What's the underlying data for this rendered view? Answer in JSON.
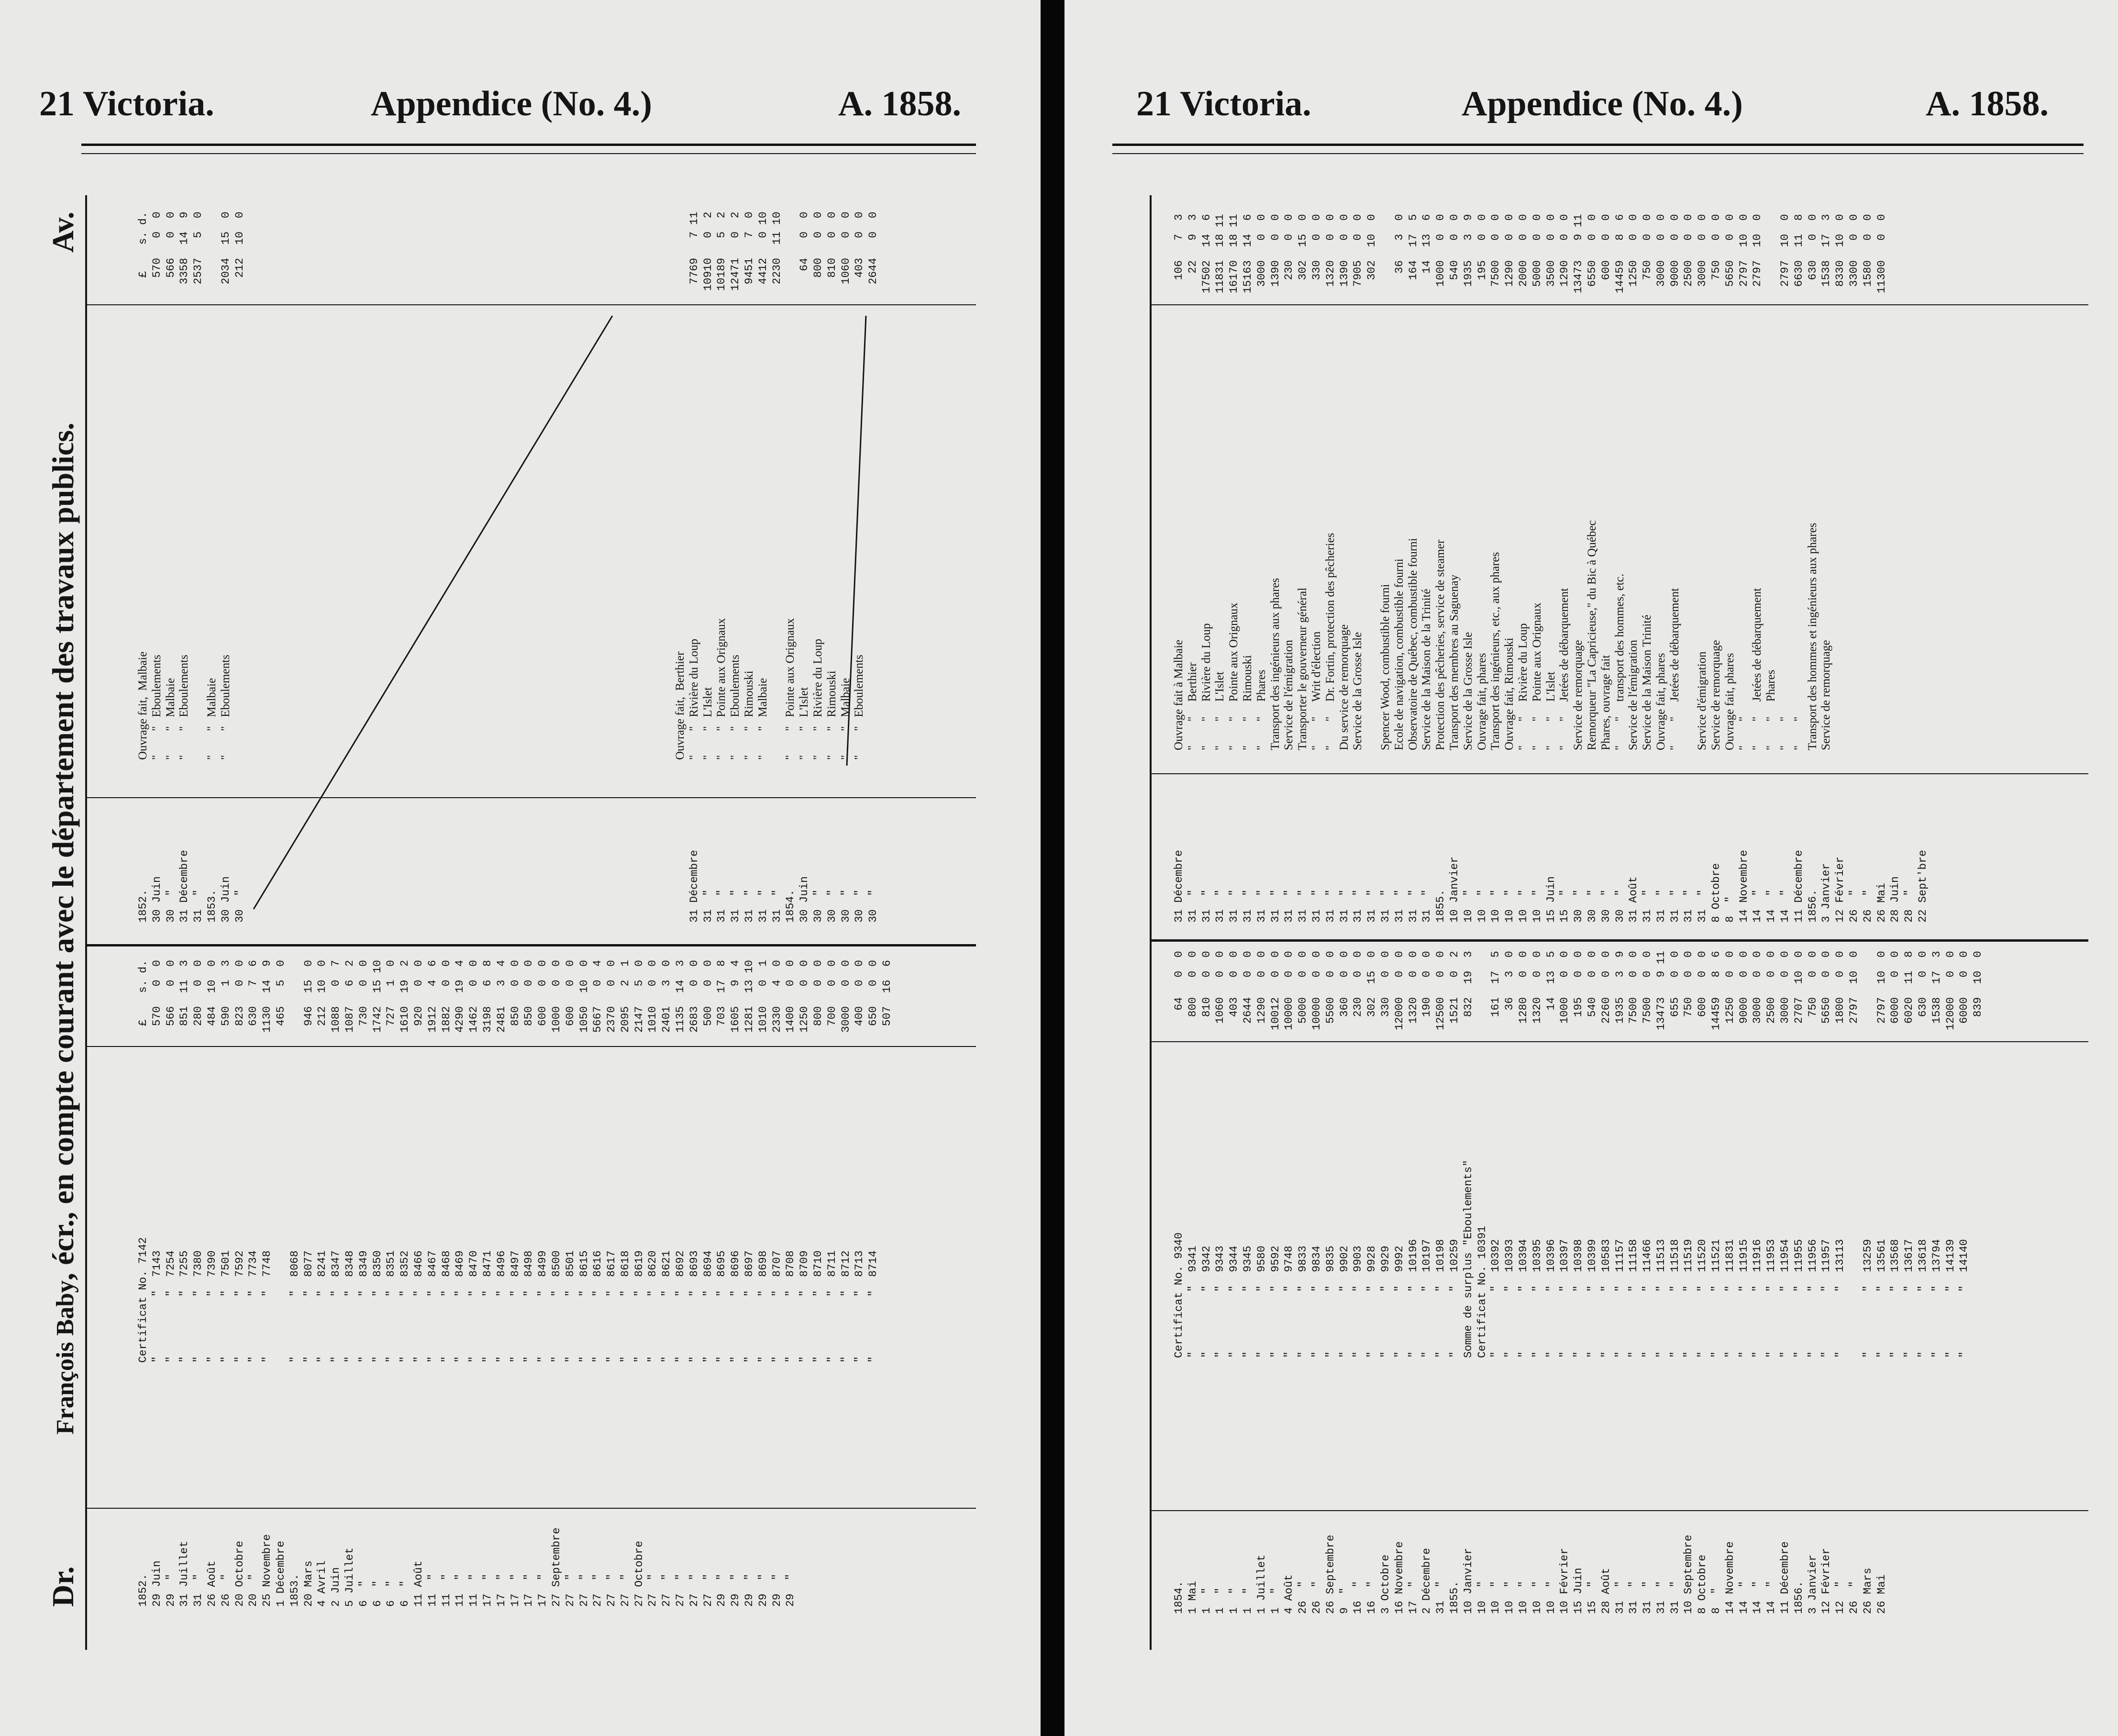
{
  "left_page": {
    "header": {
      "left": "21 Victoria.",
      "center": "Appendice (No. 4.)",
      "right": "A. 1858."
    },
    "title": {
      "name": "François Baby",
      "rest": ", écr., en compte courant avec le département des travaux publics."
    },
    "dr_label": "Dr.",
    "av_label": "Av.",
    "debit": {
      "dates": "1852.\n29 Juin\n29  \"\n31 Juillet\n31  \"\n26 Août\n26  \"\n20 Octobre\n20  \"\n25 Novembre\n1 Décembre\n1853.\n20 Mars\n4 Avril\n2 Juin\n5 Juillet\n6  \"\n6  \"\n6  \"\n6  \"\n11 Août\n11  \"\n11  \"\n11  \"\n11  \"\n17  \"\n17  \"\n17  \"\n17  \"\n17  \"\n27 Septembre\n27  \"\n27  \"\n27  \"\n27  \"\n27  \"\n27 Octobre\n27  \"\n27  \"\n27  \"\n27  \"\n27  \"\n29  \"\n29  \"\n29  \"\n29  \"\n29  \"\n29  \"",
      "certificats": "Certificat No. 7142\n\"         \"  7143\n\"         \"  7254\n\"         \"  7255\n\"         \"  7380\n\"         \"  7390\n\"         \"  7501\n\"         \"  7592\n\"         \"  7734\n\"         \"  7748\n\n\"         \"  8068\n\"         \"  8077\n\"         \"  8241\n\"         \"  8347\n\"         \"  8348\n\"         \"  8349\n\"         \"  8350\n\"         \"  8351\n\"         \"  8352\n\"         \"  8466\n\"         \"  8467\n\"         \"  8468\n\"         \"  8469\n\"         \"  8470\n\"         \"  8471\n\"         \"  8496\n\"         \"  8497\n\"         \"  8498\n\"         \"  8499\n\"         \"  8500\n\"         \"  8501\n\"         \"  8615\n\"         \"  8616\n\"         \"  8617\n\"         \"  8618\n\"         \"  8619\n\"         \"  8620\n\"         \"  8621\n\"         \"  8692\n\"         \"  8693\n\"         \"  8694\n\"         \"  8695\n\"         \"  8696\n\"         \"  8697\n\"         \"  8698\n\"         \"  8707\n\"         \"  8708\n\"         \"  8709\n\"         \"  8710\n\"         \"  8711\n\"         \"  8712\n\"         \"  8713\n\"         \"  8714",
      "amounts": "£    s. d.\n570   0  0\n566   0  0\n851  11  3\n280   0  0\n484  10  0\n590   1  3\n823   0  0\n630   7  6\n1130  14  9\n465   5  0\n\n946  15  0\n212  10  0\n1088   0  7\n1087   6  2\n730   0  0\n1742  15 10\n727   1  0\n1610  19  2\n920   0  0\n1912   4  6\n1882   0  0\n4290  19  4\n1462   0  0\n3198   6  8\n2481   3  4\n850   0  0\n850   0  0\n600   0  0\n1000   0  0\n600   0  0\n1050  10  0\n5667   0  4\n2370   0  0\n2095   2  1\n2147   5  0\n1010   0  0\n2401   3  0\n1135  14  3\n2683   0  0\n500   0  0\n703  17  8\n1605   9  4\n1281  13 10\n1010   0  1\n2330   4  0\n1400   0  0\n1250   0  0\n800   0  0\n700   0  0\n3000   0  0\n400   0  0\n650   0  0\n507  16  6"
    },
    "credit": {
      "dates": "1852.\n30 Juin\n30  \"\n31 Décembre\n31  \"\n1853.\n30 Juin\n30  \"\n\n\n\n\n\n\n\n\n\n\n\n\n\n\n\n\n\n\n\n\n\n\n\n\n\n\n\n\n\n\n\n\n31 Décembre\n31  \"\n31  \"\n31  \"\n31  \"\n31  \"\n31  \"\n1854.\n30 Juin\n30  \"\n30  \"\n30  \"\n30  \"\n30  \"",
      "descriptions": "Ouvrage fait,  Malbaie\n\"        \"   Eboulements\n\"        \"   Malbaie\n\"        \"   Eboulements\n\n\"        \"   Malbaie\n\"        \"   Eboulements\n\n\n\n\n\n\n\n\n\n\n\n\n\n\n\n\n\n\n\n\n\n\n\n\n\n\n\n\n\n\n\n\nOuvrage fait,  Berthier\n\"        \"   Rivière du Loup\n\"        \"   L'Islet\n\"        \"   Pointe aux Orignaux\n\"        \"   Eboulements\n\"        \"   Rimouski\n\"        \"   Malbaie\n\n\"        \"   Pointe aux Orignaux\n\"        \"   L'Islet\n\"        \"   Rivière du Loup\n\"        \"   Rimouski\n\"        \"   Malbaie\n\"        \"   Eboulements",
      "amounts": "£    s. d.\n570   0  0\n566   0  0\n3358  14  9\n2537   5  0\n\n2034  15  0\n212  10  0\n\n\n\n\n\n\n\n\n\n\n\n\n\n\n\n\n\n\n\n\n\n\n\n\n\n\n\n\n\n\n\n\n7769   7 11\n10910   0  2\n10189   5  2\n12471   0  2\n9451   7  0\n4412   0 10\n2230  11 10\n\n64   0  0\n800   0  0\n810   0  0\n1060   0  0\n403   0  0\n2644   0  0"
    }
  },
  "right_page": {
    "header": {
      "left": "21 Victoria.",
      "center": "Appendice (No. 4.)",
      "right": "A. 1858."
    },
    "debit": {
      "dates": "1854.\n1 Mai\n1  \"\n1  \"\n1  \"\n1  \"\n1 Juillet\n1  \"\n4 Août\n26  \"\n26  \"\n26 Septembre\n9  \"\n16  \"\n16  \"\n3 Octobre\n16 Novembre\n17  \"\n2 Décembre\n31  \"\n1855.\n10 Janvier\n10  \"\n10  \"\n10  \"\n10  \"\n10  \"\n10  \"\n10 Février\n15 Juin\n15  \"\n28 Août\n31  \"\n31  \"\n31  \"\n31  \"\n31  \"\n10 Septembre\n8 Octobre\n8  \"\n14 Novembre\n14  \"\n14  \"\n14  \"\n11 Décembre\n1856.\n3 Janvier\n12 Février\n12  \"\n26  \"\n26 Mars\n26 Mai",
      "certificats": "Certificat No. 9340\n\"         \"  9341\n\"         \"  9342\n\"         \"  9343\n\"         \"  9344\n\"         \"  9345\n\"         \"  9580\n\"         \"  9592\n\"         \"  9748\n\"         \"  9833\n\"         \"  9834\n\"         \"  9835\n\"         \"  9902\n\"         \"  9903\n\"         \"  9928\n\"         \"  9929\n\"         \"  9992\n\"         \"  10196\n\"         \"  10197\n\"         \"  10198\n\"         \"  10259\nSomme de surplus \"Eboulements\"\nCertificat No. 10391\n\"         \"  10392\n\"         \"  10393\n\"         \"  10394\n\"         \"  10395\n\"         \"  10396\n\"         \"  10397\n\"         \"  10398\n\"         \"  10399\n\"         \"  10583\n\"         \"  11157\n\"         \"  11158\n\"         \"  11466\n\"         \"  11513\n\"         \"  11518\n\"         \"  11519\n\"         \"  11520\n\"         \"  11521\n\"         \"  11831\n\"         \"  11915\n\"         \"  11916\n\"         \"  11953\n\"         \"  11954\n\"         \"  11955\n\"         \"  11956\n\"         \"  11957\n\"         \"  13113\n\n\"         \"  13259\n\"         \"  13561\n\"         \"  13568\n\"         \"  13617\n\"         \"  13618\n\"         \"  13794\n\"         \"  14139\n\"         \"  14140",
      "amounts": "64   0  0\n800   0  0\n810   0  0\n1060   0  0\n403   0  0\n2644   0  0\n1290   0  0\n10012   0  0\n10000   0  0\n5000   0  0\n10000   0  0\n5500   0  0\n360   0  0\n230   0  0\n302  15  0\n330   0  0\n12000   0  0\n1320   0  0\n190   0  0\n12500   0  0\n1521   0  2\n832  19  3\n\n161  17  5\n36   3  0\n1280   0  0\n1320   0  0\n14  13  5\n1000   0  0\n195   0  0\n540   0  0\n2260   0  0\n1935   3  9\n7500   0  0\n7500   0  0\n13473   9 11\n655   0  0\n750   0  0\n600   0  0\n14459   8  6\n1250   0  0\n9000   0  0\n3000   0  0\n2500   0  0\n3000   0  0\n2707  10  0\n750   0  0\n5650   0  0\n1800   0  0\n2797  10  0\n\n2797  10  0\n6000   0  0\n6020  11  8\n630   0  0\n1538  17  3\n12000   0  0\n6000   0  0\n839  10  0"
    },
    "credit": {
      "dates": "31 Décembre\n31  \"\n31  \"\n31  \"\n31  \"\n31  \"\n31  \"\n31  \"\n31  \"\n31  \"\n31  \"\n31  \"\n31  \"\n31  \"\n31  \"\n31  \"\n31  \"\n31  \"\n31  \"\n1855.\n10 Janvier\n10  \"\n10  \"\n10  \"\n10  \"\n10  \"\n10  \"\n15 Juin\n15  \"\n30  \"\n30  \"\n30  \"\n30  \"\n31 Août\n31  \"\n31  \"\n31  \"\n31  \"\n31  \"\n8 Octobre\n8  \"\n14 Novembre\n14  \"\n14  \"\n14  \"\n11 Décembre\n1856.\n3 Janvier\n12 Février\n26  \"\n26  \"\n26 Mai\n28 Juin\n28  \"\n22 Sept'bre",
      "descriptions": "Ouvrage fait à Malbaie\n\"        \"     Berthier\n\"        \"     Rivière du Loup\n\"        \"     L'Islet\n\"        \"     Pointe aux Orignaux\n\"        \"     Rimouski\n\"        \"     Phares\nTransport des ingénieurs aux phares\nService de l'émigration\nTransporter le gouverneur général\n\"        \"     Writ d'élection\n\"        \"     Dr. Fortin, protection des pêcheries\nDu service de remorquage\nService de la Grosse Isle\n\nSpencer Wood, combustible fourni\nEcole de navigation, combustible fourni\nObservatoire de Québec, combustible fourni\nService de la Maison de la Trinité\nProtection des pêcheries, service de steamer\nTransport des membres au Saguenay\nService de la Grosse Isle\nOuvrage fait, phares\nTransport des ingénieurs, etc., aux phares\nOuvrage fait, Rimouski\n\"        \"     Rivière du Loup\n\"        \"     Pointe aux Orignaux\n\"        \"     L'Islet\n\"        \"     Jetées de débarquement\nService de remorquage\nRemorqueur \"La Capricieuse,\" du Bic à Québec\nPhares, ouvrage fait\n\"        \"     transport des hommes, etc.\nService de l'émigration\nService de la Maison Trinité\nOuvrage fait, phares\n\"        \"     Jetées de débarquement\n\nService d'émigration\nService de remorquage\nOuvrage fait, phares\n\"        \"\n\"        \"     Jetées de débarquement\n\"        \"     Phares\n\"        \"\n\"        \"\nTransport des hommes et ingénieurs aux phares\nService de remorquage",
      "amounts": "106   7  3\n22   9  3\n17502  14  6\n11831  18 11\n16170  18 11\n15163  14  6\n3000   0  0\n1390   0  0\n230   0  0\n302  15  0\n330   0  0\n1320   0  0\n1390   0  0\n7905   0  0\n302  10  0\n\n36   3  0\n164  17  5\n14  13  6\n1000   0  0\n540   0  0\n1935   3  9\n195   0  0\n7500   0  0\n1290   0  0\n2000   0  0\n5000   0  0\n3500   0  0\n1290   0  0\n13473   9 11\n6550   0  0\n600   0  0\n14459   8  6\n1250   0  0\n750   0  0\n3000   0  0\n9000   0  0\n2500   0  0\n3000   0  0\n750   0  0\n5650   0  0\n2797  10  0\n2797  10  0\n\n2797  10  0\n6630  11  8\n630   0  0\n1538  17  3\n8330  10  0\n3300   0  0\n1580   0  0\n11300   0  0"
    }
  }
}
